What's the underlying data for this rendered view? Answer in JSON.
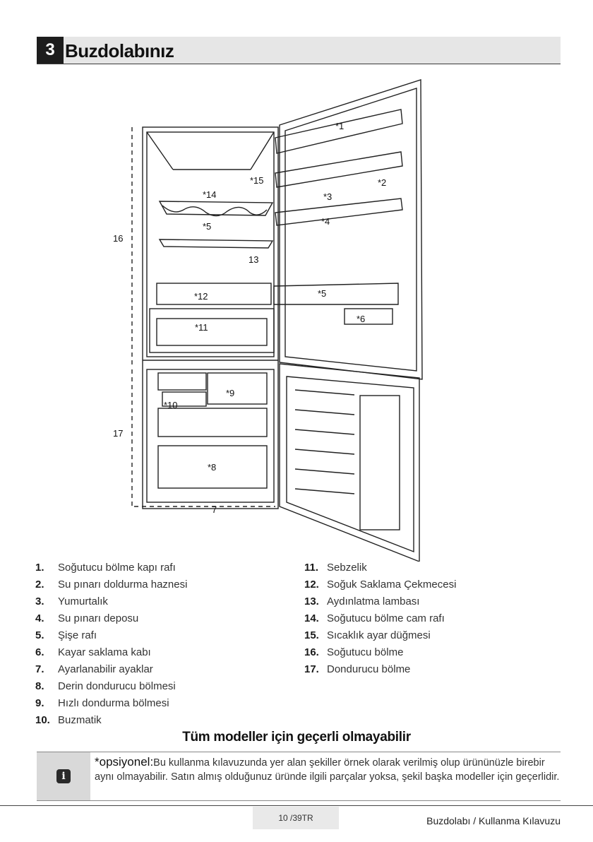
{
  "section": {
    "number": "3",
    "title": "Buzdolabınız"
  },
  "figure": {
    "labels": [
      "*1",
      "*2",
      "*3",
      "*4",
      "*5",
      "*5",
      "*6",
      "7",
      "*8",
      "*9",
      "*10",
      "*11",
      "*12",
      "13",
      "*14",
      "*15",
      "16",
      "17"
    ]
  },
  "parts": [
    {
      "num": "1.",
      "text": "Soğutucu bölme kapı rafı"
    },
    {
      "num": "2.",
      "text": "Su pınarı doldurma haznesi"
    },
    {
      "num": "3.",
      "text": "Yumurtalık"
    },
    {
      "num": "4.",
      "text": "Su pınarı deposu"
    },
    {
      "num": "5.",
      "text": "Şişe rafı"
    },
    {
      "num": "6.",
      "text": "Kayar saklama kabı"
    },
    {
      "num": "7.",
      "text": "Ayarlanabilir ayaklar"
    },
    {
      "num": "8.",
      "text": "Derin dondurucu bölmesi"
    },
    {
      "num": "9.",
      "text": "Hızlı dondurma bölmesi"
    },
    {
      "num": "10.",
      "text": "Buzmatik"
    },
    {
      "num": "11.",
      "text": "Sebzelik"
    },
    {
      "num": "12.",
      "text": "Soğuk Saklama Çekmecesi"
    },
    {
      "num": "13.",
      "text": "Aydınlatma lambası"
    },
    {
      "num": "14.",
      "text": "Soğutucu bölme cam rafı"
    },
    {
      "num": "15.",
      "text": "Sıcaklık ayar düğmesi"
    },
    {
      "num": "16.",
      "text": "Soğutucu bölme"
    },
    {
      "num": "17.",
      "text": "Dondurucu bölme"
    }
  ],
  "note": {
    "heading": "Tüm modeller için geçerli olmayabilir",
    "key": "*opsiyonel:",
    "text": "Bu kullanma kılavuzunda yer alan şekiller örnek olarak verilmiş olup ürününüzle birebir aynı olmayabilir. Satın almış olduğunuz üründe ilgili parçalar yoksa, şekil  başka modeller için geçerlidir.",
    "icon": "info-icon"
  },
  "footer": {
    "page": "10 /39TR",
    "title": "Buzdolabı / Kullanma Kılavuzu"
  }
}
